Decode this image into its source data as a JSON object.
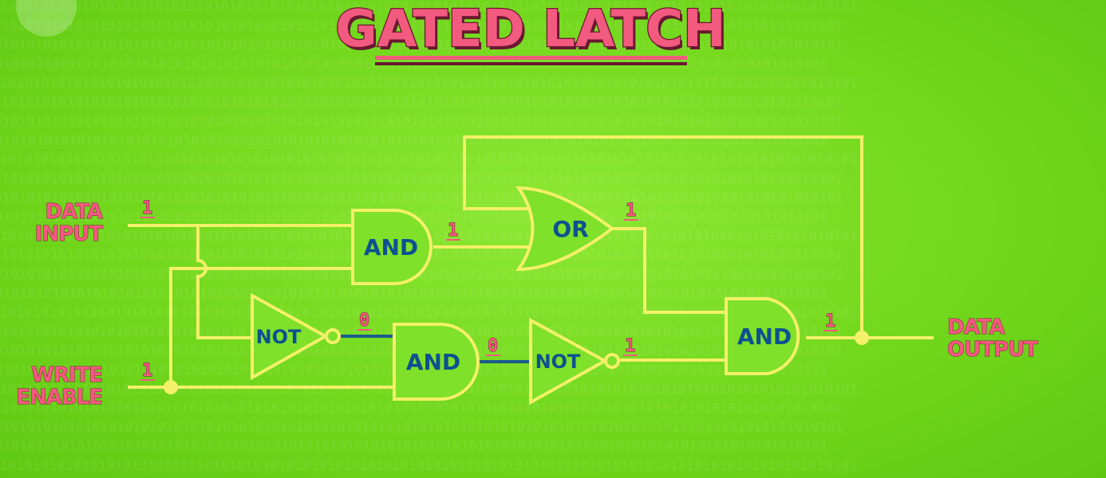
{
  "title": "GATED LATCH",
  "background_pattern": "0101010101010101010101010101010101010101010101010101010101010101010101010101010101010101010101010101010101",
  "colors": {
    "background": "#72d81c",
    "wire_active": "#f4f06a",
    "wire_low": "#1b5c8c",
    "label_pink": "#f25a7f",
    "gate_text": "#0d5190"
  },
  "inputs": {
    "data_input": [
      "DATA",
      "INPUT"
    ],
    "write_enable": [
      "WRITE",
      "ENABLE"
    ]
  },
  "output": {
    "data_output": [
      "DATA",
      "OUTPUT"
    ]
  },
  "gates": {
    "and_top": "AND",
    "or_gate": "OR",
    "not_left": "NOT",
    "and_middle": "AND",
    "not_right": "NOT",
    "and_right": "AND"
  },
  "bits": {
    "data_in": "1",
    "write_enable": "1",
    "and_top_out": "1",
    "or_out": "1",
    "not_left_out": "0",
    "and_middle_out": "0",
    "not_right_out": "1",
    "and_right_out": "1"
  }
}
